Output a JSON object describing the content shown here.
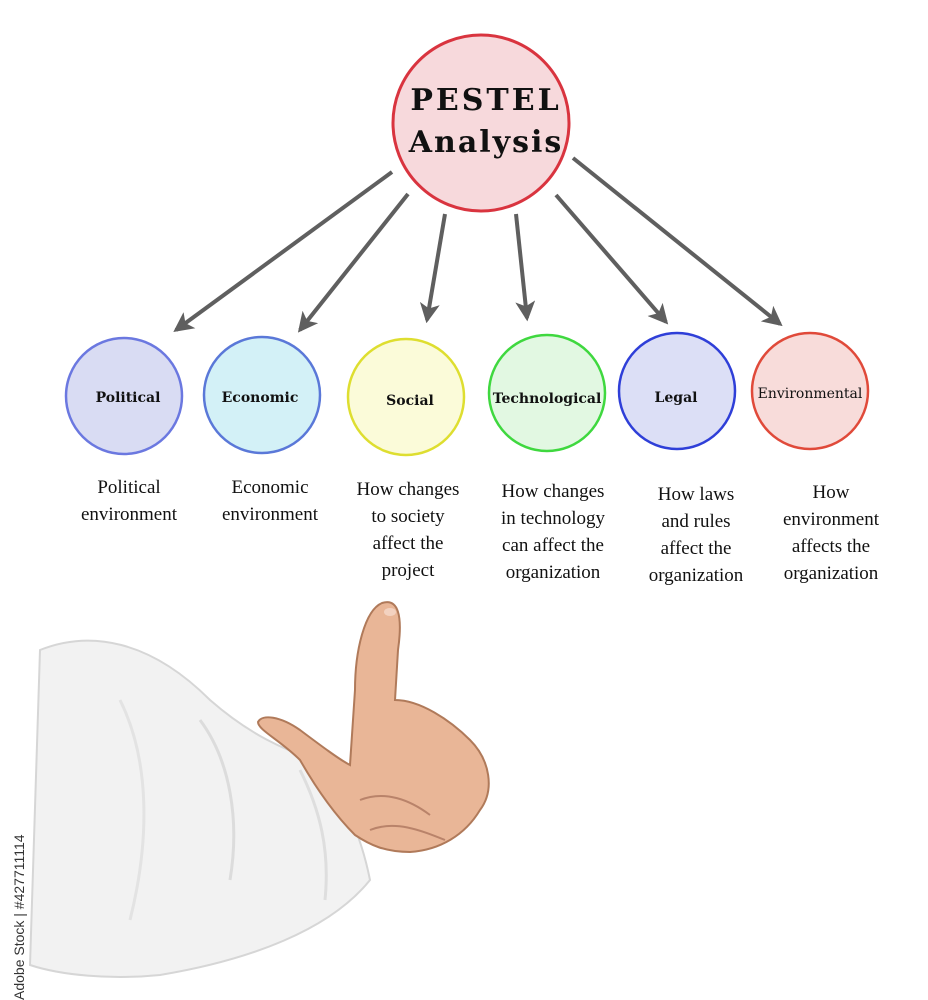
{
  "center": {
    "line1": "PESTEL",
    "line2": "Analysis",
    "fill": "#f7d9dc",
    "stroke": "#d9343f"
  },
  "factors": [
    {
      "label": "Political",
      "fill": "#d9dcf3",
      "stroke": "#6b78e0",
      "desc": [
        "Political",
        "environment"
      ]
    },
    {
      "label": "Economic",
      "fill": "#d3f1f7",
      "stroke": "#5a78d8",
      "desc": [
        "Economic",
        "environment"
      ]
    },
    {
      "label": "Social",
      "fill": "#fbfbd9",
      "stroke": "#dede30",
      "desc": [
        "How changes",
        "to society",
        "affect the",
        "project"
      ]
    },
    {
      "label": "Technological",
      "fill": "#e2f8e2",
      "stroke": "#3fd83f",
      "desc": [
        "How changes",
        "in technology",
        "can affect the",
        "organization"
      ]
    },
    {
      "label": "Legal",
      "fill": "#dcdff6",
      "stroke": "#2f3fd8",
      "desc": [
        "How laws",
        "and rules",
        "affect the",
        "organization"
      ]
    },
    {
      "label": "Environmental",
      "fill": "#f8dcda",
      "stroke": "#e04a3a",
      "desc": [
        "How",
        "environment",
        "affects the",
        "organization"
      ]
    }
  ],
  "arrow_color": "#5f5f5f",
  "stock_id": "Adobe Stock | #427711114"
}
